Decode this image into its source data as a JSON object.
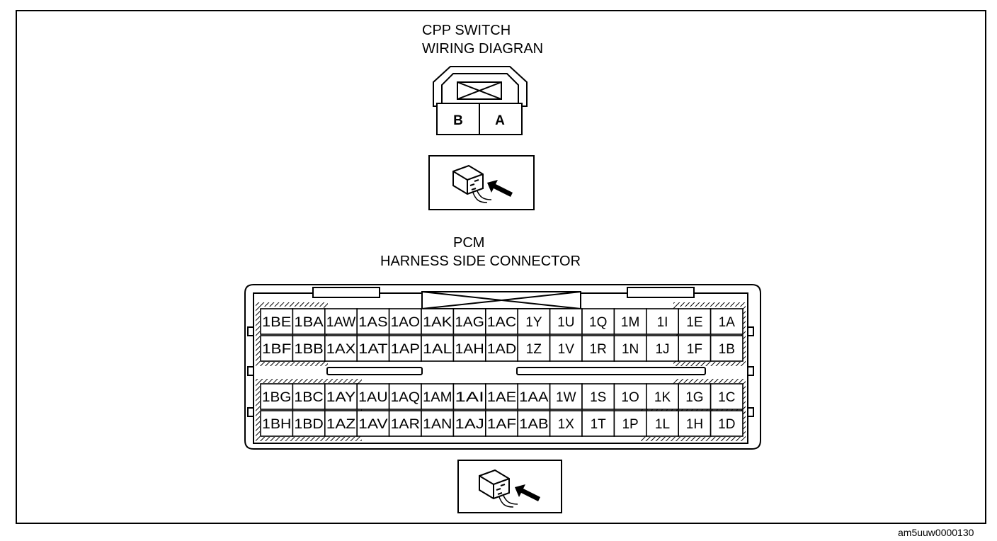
{
  "cpp_switch": {
    "title_line1": "CPP SWITCH",
    "title_line2": "WIRING DIAGRAN",
    "terminals": [
      "B",
      "A"
    ]
  },
  "pcm": {
    "title_line1": "PCM",
    "title_line2": "HARNESS SIDE CONNECTOR",
    "rows": [
      [
        "1BE",
        "1BA",
        "1AW",
        "1AS",
        "1AO",
        "1AK",
        "1AG",
        "1AC",
        "1Y",
        "1U",
        "1Q",
        "1M",
        "1I",
        "1E",
        "1A"
      ],
      [
        "1BF",
        "1BB",
        "1AX",
        "1AT",
        "1AP",
        "1AL",
        "1AH",
        "1AD",
        "1Z",
        "1V",
        "1R",
        "1N",
        "1J",
        "1F",
        "1B"
      ],
      [
        "1BG",
        "1BC",
        "1AY",
        "1AU",
        "1AQ",
        "1AM",
        "1AI",
        "1AE",
        "1AA",
        "1W",
        "1S",
        "1O",
        "1K",
        "1G",
        "1C"
      ],
      [
        "1BH",
        "1BD",
        "1AZ",
        "1AV",
        "1AR",
        "1AN",
        "1AJ",
        "1AF",
        "1AB",
        "1X",
        "1T",
        "1P",
        "1L",
        "1H",
        "1D"
      ]
    ]
  },
  "footer_code": "am5uuw0000130",
  "icons": [
    "connector-view-icon",
    "arrow-icon"
  ]
}
